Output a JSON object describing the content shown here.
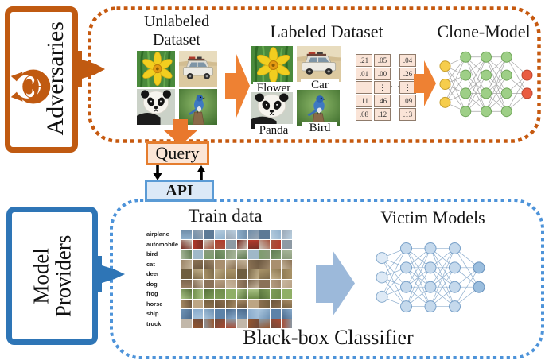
{
  "adversary_section": {
    "actor_label": "Adversaries",
    "actor_icon": "devil-face-icon",
    "unlabeled_dataset": {
      "title_line1": "Unlabeled",
      "title_line2": "Dataset",
      "images": [
        "flower",
        "car",
        "panda",
        "bird"
      ]
    },
    "labeled_dataset": {
      "title": "Labeled Dataset",
      "items": [
        {
          "image": "flower",
          "label": "Flower"
        },
        {
          "image": "car",
          "label": "Car"
        },
        {
          "image": "panda",
          "label": "Panda"
        },
        {
          "image": "bird",
          "label": "Bird"
        }
      ]
    },
    "probability_vectors": {
      "columns": [
        [
          ".21",
          ".01",
          "⋮",
          ".11",
          ".08"
        ],
        [
          ".05",
          ".00",
          "⋮",
          ".46",
          ".12"
        ],
        [
          ".04",
          ".26",
          "⋮",
          ".09",
          ".13"
        ]
      ],
      "ellipsis": "···"
    },
    "clone_model": {
      "title": "Clone-Model",
      "layers": [
        3,
        4,
        4,
        4,
        2
      ],
      "node_colors": {
        "input": "#F6CD4C",
        "hidden": "#9ECF87",
        "output": "#E95C41"
      },
      "node_strokes": {
        "input": "#C8A02E",
        "hidden": "#6FA558",
        "output": "#BC4630"
      },
      "line_color": "#A6A6A6"
    }
  },
  "query_api": {
    "query_label": "Query",
    "api_label": "API"
  },
  "provider_section": {
    "actor_label_line1": "Model",
    "actor_label_line2": "Providers",
    "train_data": {
      "title": "Train data",
      "row_labels": [
        "airplane",
        "automobile",
        "bird",
        "cat",
        "deer",
        "dog",
        "frog",
        "horse",
        "ship",
        "truck"
      ],
      "grid_columns": 10
    },
    "victim_models": {
      "title": "Victim Models",
      "layers": [
        3,
        4,
        4,
        4,
        2
      ],
      "node_colors": {
        "input": "#DEEAF6",
        "hidden": "#C5D9EC",
        "output": "#9BBEDE"
      },
      "node_strokes": {
        "input": "#86AACC",
        "hidden": "#79A1C9",
        "output": "#6A93BD"
      },
      "line_color": "#8FAFCF"
    },
    "black_box_label": "Black-box Classifier"
  },
  "colors": {
    "adversary_accent": "#C05A11",
    "adversary_dash": "#C6590F",
    "adversary_arrow": "#EE8133",
    "query_fill": "#FBE5D6",
    "query_border": "#E57D2E",
    "provider_accent": "#2E75B6",
    "provider_dash": "#4D93D9",
    "api_fill": "#DCE9F7",
    "api_border": "#5B9BD5",
    "provider_arrow": "#9CB9DA"
  }
}
